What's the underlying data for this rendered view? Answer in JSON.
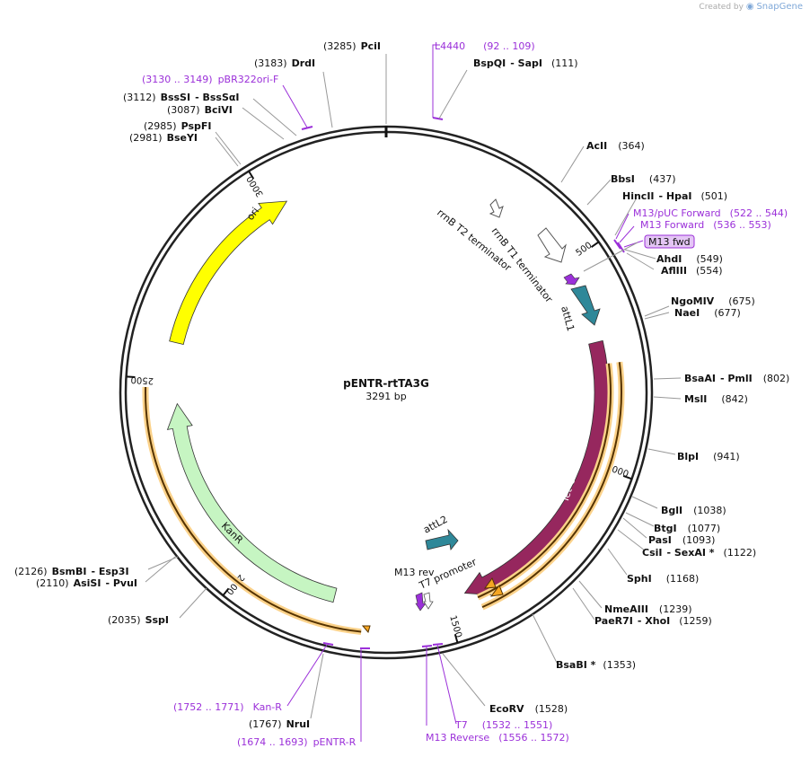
{
  "watermark": {
    "prefix": "Created by",
    "brand": "SnapGene"
  },
  "plasmid": {
    "name": "pENTR-rtTA3G",
    "length_label": "3291 bp"
  },
  "ticks": [
    {
      "label": "500"
    },
    {
      "label": "1000"
    },
    {
      "label": "1500"
    },
    {
      "label": "2000"
    },
    {
      "label": "2500"
    },
    {
      "label": "3000"
    }
  ],
  "features": {
    "ori": "ori",
    "kanr": "KanR",
    "tet": "Tet-On® 3G",
    "attl1": "attL1",
    "attl2": "attL2",
    "rrnb_t1": "rrnB T1 terminator",
    "rrnb_t2": "rrnB T2 terminator",
    "t7_promoter": "T7 promoter",
    "m13_rev": "M13 rev",
    "m13_fwd": "M13 fwd"
  },
  "sites": [
    {
      "pos": "(3285)",
      "name": "PciI"
    },
    {
      "name": "BspQI",
      "name2": "- SapI",
      "pos": "(111)"
    },
    {
      "pos": "(3183)",
      "name": "DrdI"
    },
    {
      "pos": "(3112)",
      "name": "BssSI",
      "name2": "- BssSαI"
    },
    {
      "pos": "(3087)",
      "name": "BciVI"
    },
    {
      "pos": "(2985)",
      "name": "PspFI"
    },
    {
      "pos": "(2981)",
      "name": "BseYI"
    },
    {
      "name": "AcII",
      "pos": "(364)"
    },
    {
      "name": "BbsI",
      "pos": "(437)"
    },
    {
      "name": "HincII",
      "name2": "- HpaI",
      "pos": "(501)"
    },
    {
      "name": "AhdI",
      "pos": "(549)"
    },
    {
      "name": "AflIII",
      "pos": "(554)"
    },
    {
      "name": "NgoMIV",
      "pos": "(675)"
    },
    {
      "name": "NaeI",
      "pos": "(677)"
    },
    {
      "name": "BsaAI",
      "name2": "- PmlI",
      "pos": "(802)"
    },
    {
      "name": "MslI",
      "pos": "(842)"
    },
    {
      "name": "BlpI",
      "pos": "(941)"
    },
    {
      "name": "BglI",
      "pos": "(1038)"
    },
    {
      "name": "BtgI",
      "pos": "(1077)"
    },
    {
      "name": "PasI",
      "pos": "(1093)"
    },
    {
      "name": "CsiI",
      "name2": "- SexAI *",
      "pos": "(1122)"
    },
    {
      "name": "SphI",
      "pos": "(1168)"
    },
    {
      "name": "NmeAIII",
      "pos": "(1239)"
    },
    {
      "name": "PaeR7I",
      "name2": "- XhoI",
      "pos": "(1259)"
    },
    {
      "name": "BsaBI *",
      "pos": "(1353)"
    },
    {
      "name": "EcoRV",
      "pos": "(1528)"
    },
    {
      "pos": "(1767)",
      "name": "NruI"
    },
    {
      "pos": "(2035)",
      "name": "SspI"
    },
    {
      "pos": "(2126)",
      "name": "BsmBI",
      "name2": "- Esp3I"
    },
    {
      "pos": "(2110)",
      "name": "AsiSI",
      "name2": "- PvuI"
    }
  ],
  "primers": [
    {
      "name": "L4440",
      "range": "(92 .. 109)"
    },
    {
      "range": "(3130 .. 3149)",
      "name": "pBR322ori-F"
    },
    {
      "name": "M13/pUC Forward",
      "range": "(522 .. 544)"
    },
    {
      "name": "M13 Forward",
      "range": "(536 .. 553)"
    },
    {
      "range": "(1752 .. 1771)",
      "name": "Kan-R"
    },
    {
      "range": "(1674 .. 1693)",
      "name": "pENTR-R"
    },
    {
      "name": "T7",
      "range": "(1532 .. 1551)"
    },
    {
      "name": "M13 Reverse",
      "range": "(1556 .. 1572)"
    }
  ],
  "colors": {
    "ori": "#ffff00",
    "kanr": "#c6f5c2",
    "tet": "#96275e",
    "att": "#2f8899",
    "orange": "#f5a623",
    "primer": "#9b30d9"
  }
}
